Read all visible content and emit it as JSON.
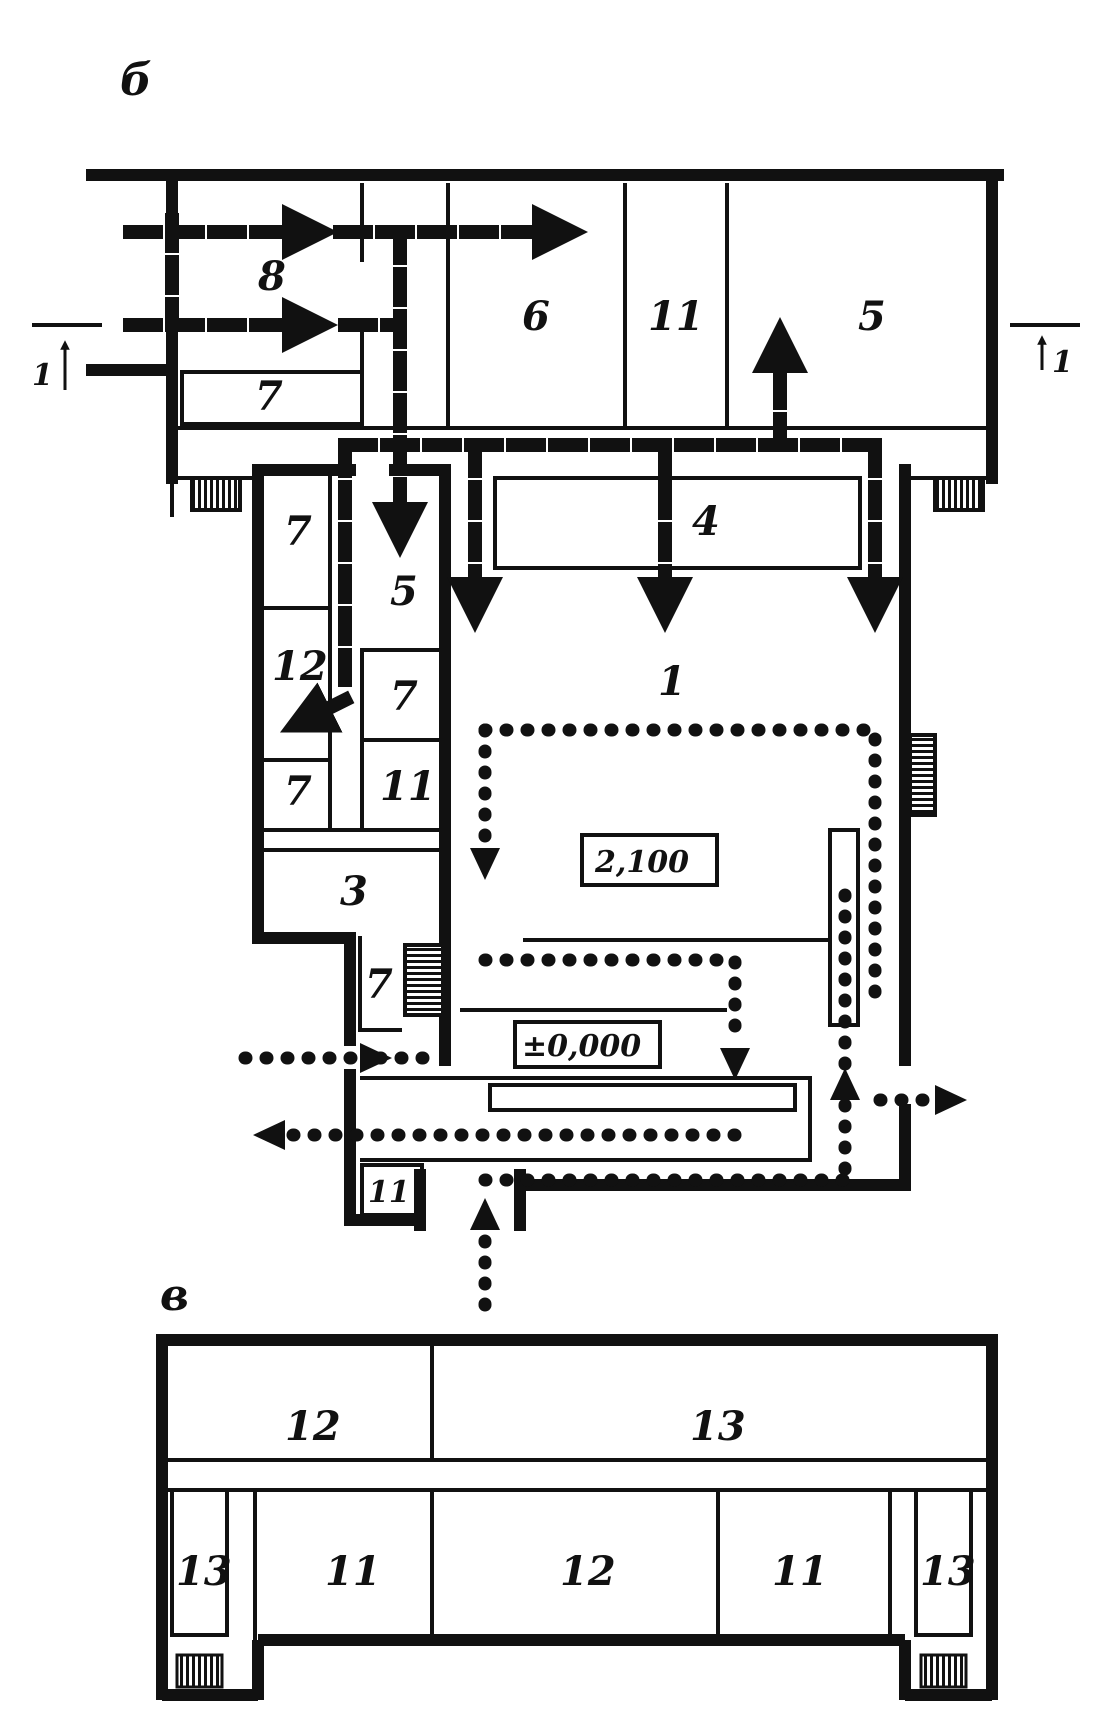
{
  "sections": {
    "b": "б",
    "v": "в"
  },
  "section_marks": {
    "left": "1",
    "right": "1"
  },
  "plan_b": {
    "rooms": [
      {
        "key": "r8",
        "label": "8"
      },
      {
        "key": "r6",
        "label": "6"
      },
      {
        "key": "r11_top",
        "label": "11"
      },
      {
        "key": "r5_top",
        "label": "5"
      },
      {
        "key": "r7_top",
        "label": "7"
      },
      {
        "key": "r4",
        "label": "4"
      },
      {
        "key": "r7_left1",
        "label": "7"
      },
      {
        "key": "r5_mid",
        "label": "5"
      },
      {
        "key": "r12_left",
        "label": "12"
      },
      {
        "key": "r7_mid",
        "label": "7"
      },
      {
        "key": "r7_left2",
        "label": "7"
      },
      {
        "key": "r11_mid",
        "label": "11"
      },
      {
        "key": "r1",
        "label": "1"
      },
      {
        "key": "r3",
        "label": "3"
      },
      {
        "key": "r7_low",
        "label": "7"
      },
      {
        "key": "r11_low",
        "label": "11"
      }
    ],
    "elevations": {
      "upper": "2,100",
      "lower": "±0,000"
    }
  },
  "plan_v": {
    "rooms": [
      {
        "key": "v12_top",
        "label": "12"
      },
      {
        "key": "v13_top",
        "label": "13"
      },
      {
        "key": "v13_left",
        "label": "13"
      },
      {
        "key": "v11_left",
        "label": "11"
      },
      {
        "key": "v12_mid",
        "label": "12"
      },
      {
        "key": "v11_right",
        "label": "11"
      },
      {
        "key": "v13_right",
        "label": "13"
      }
    ]
  }
}
